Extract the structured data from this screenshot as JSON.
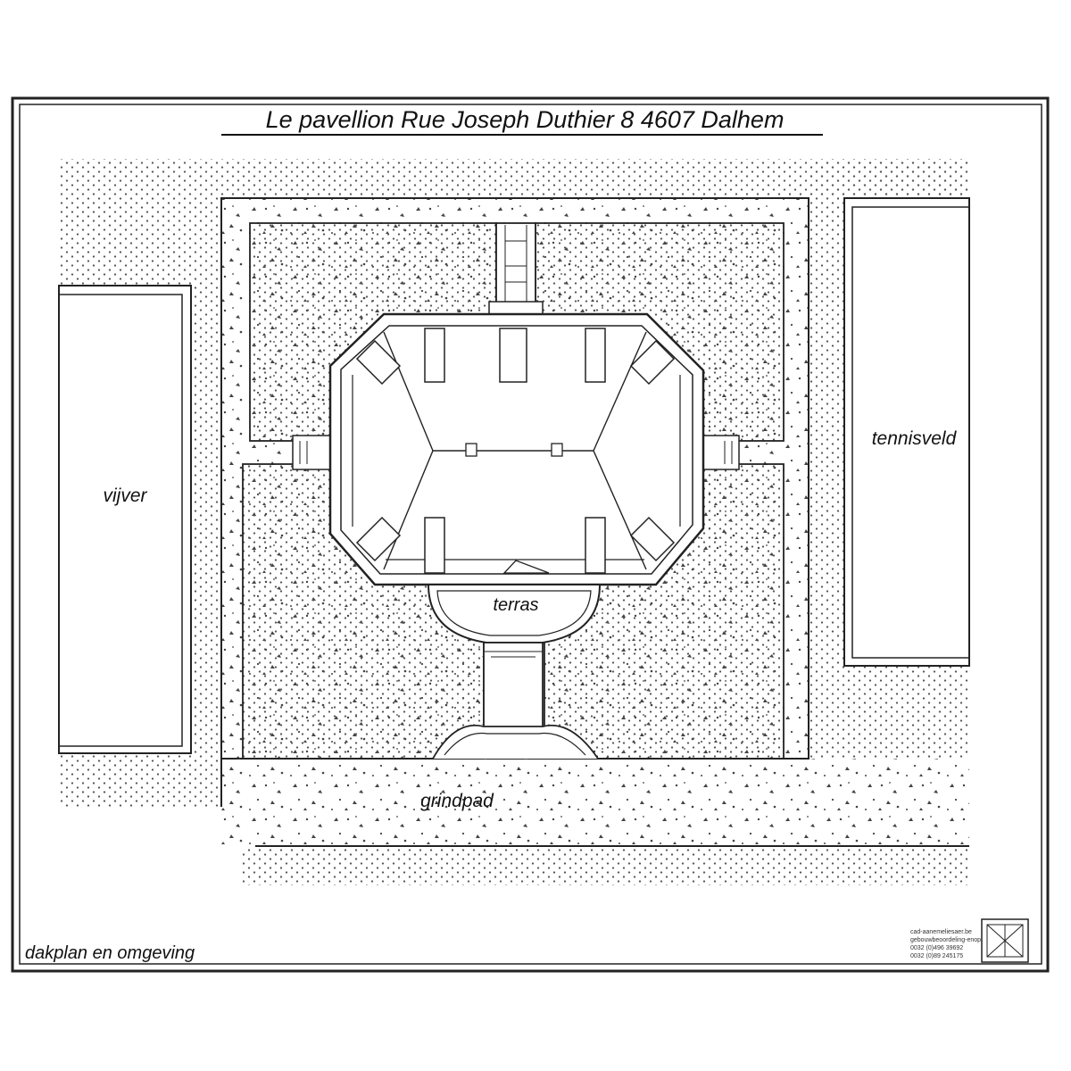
{
  "title": "Le pavellion Rue Joseph Duthier 8  4607 Dalhem",
  "subtitle": "dakplan en omgeving",
  "areas": {
    "pond": "vijver",
    "tennis": "tennisveld",
    "terrace": "terras",
    "gravel_path": "grindpad"
  },
  "stamp": {
    "lines": [
      "cad-aanemeliesaer.be",
      "gebouwbeoordeling-enopmeten",
      "0032 (0)496 39692",
      "0032 (0)89 245175"
    ]
  },
  "colors": {
    "ink": "#1a1a1a",
    "hatch_dot": "#5a5a5a",
    "paper": "#ffffff"
  }
}
